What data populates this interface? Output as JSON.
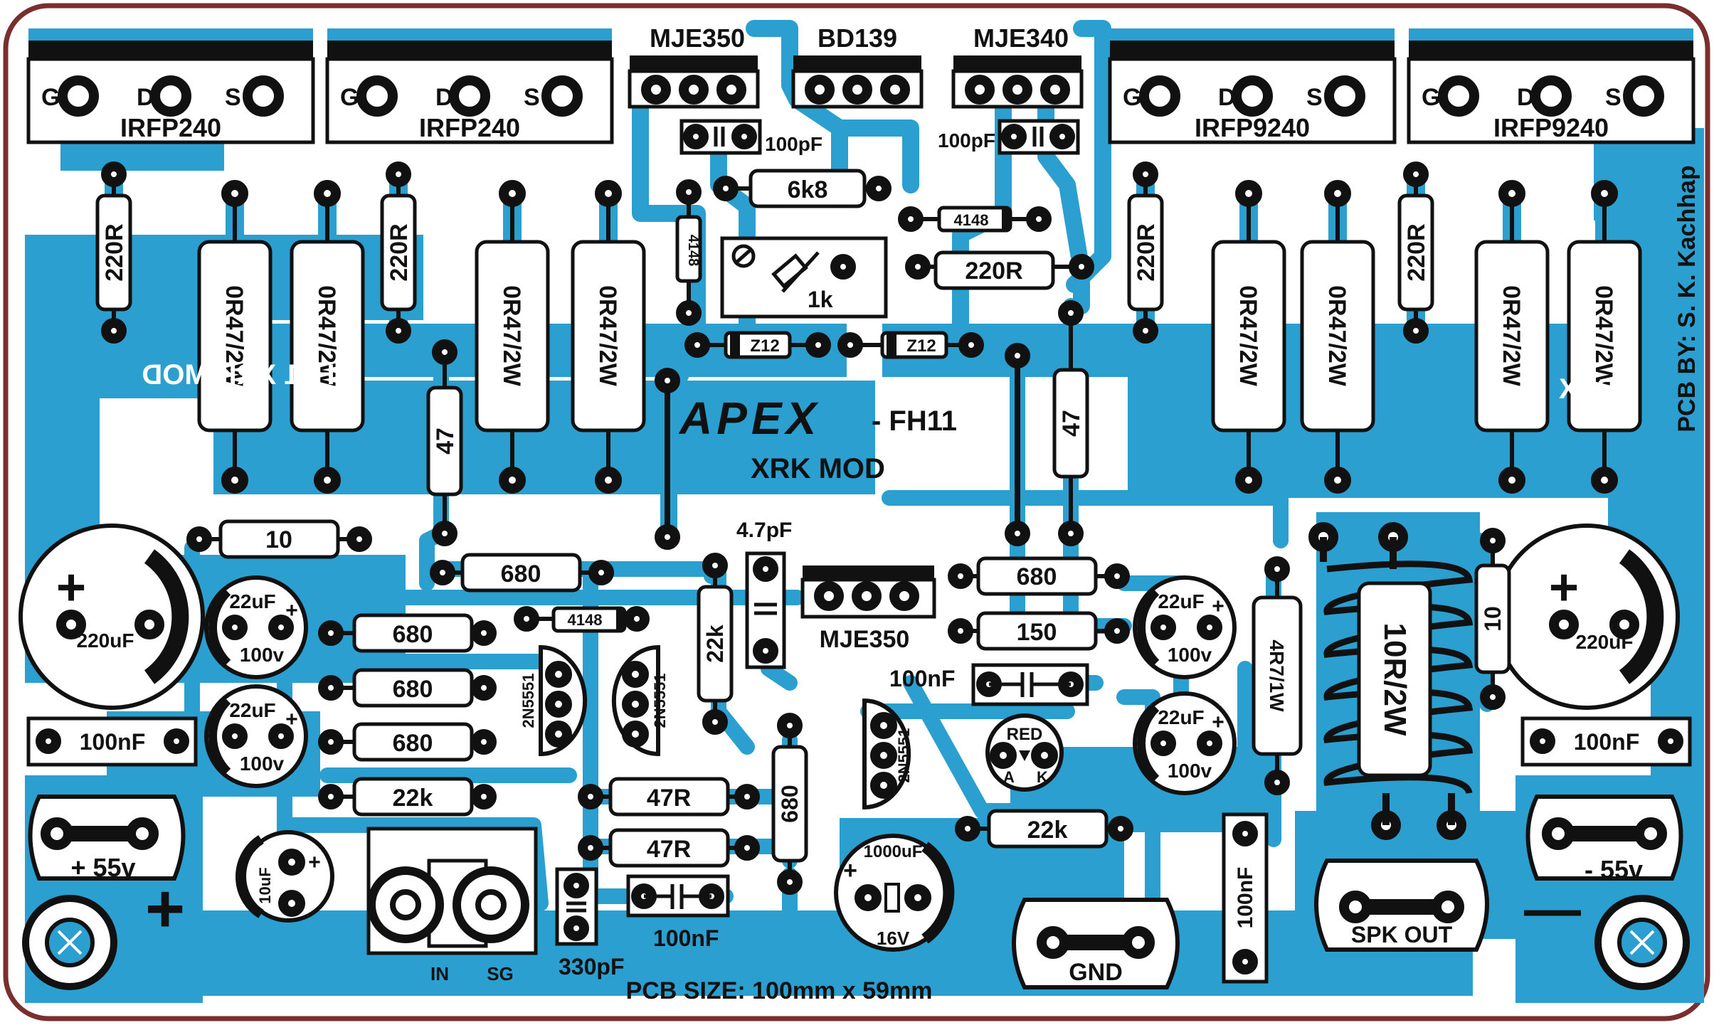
{
  "colors": {
    "copper": "#2a9fd0",
    "board_outline": "#7a2e2e",
    "silkscreen": "#111111",
    "background": "#ffffff"
  },
  "transistors_top": [
    "MJE350",
    "BD139",
    "MJE340"
  ],
  "mosfets": {
    "pins": [
      "G",
      "D",
      "S"
    ],
    "names": [
      "IRFP240",
      "IRFP240",
      "IRFP9240",
      "IRFP9240"
    ]
  },
  "labels": {
    "cap_100pf_left": "100pF",
    "cap_100pf_right": "100pF",
    "r_6k8": "6k8",
    "diode_4148_top": "4148",
    "diode_4148_rot": "4148",
    "r_220r_mid": "220R",
    "pot_1k": "1k",
    "zener_left": "Z12",
    "zener_right": "Z12",
    "gate_220r": [
      "220R",
      "220R",
      "220R",
      "220R"
    ],
    "r_or47": [
      "0R47/2W",
      "0R47/2W",
      "0R47/2W",
      "0R47/2W",
      "0R47/2W",
      "0R47/2W",
      "0R47/2W",
      "0R47/2W"
    ],
    "r_47_left": "47",
    "r_47_right": "47",
    "brand": "APEX",
    "brand_model": "- FH11",
    "brand_sub": "XRK MOD",
    "mirror_text_left": "FH11 XRK MOD",
    "mirror_text_right": "APEX",
    "credit": "PCB BY: S. K. Kachhap",
    "r_10_left": "10",
    "r_680_a": "680",
    "cap_4p7": "4.7pF",
    "r_680_b": "680",
    "r_150": "150",
    "mje350_mid": "MJE350",
    "r_680_c": "680",
    "r_680_d": "680",
    "r_680_e": "680",
    "r_22k_a": "22k",
    "r_22k_b": "22k",
    "r_22k_c": "22k",
    "diode_4148_mid": "4148",
    "q_2n5551": [
      "2N5551",
      "2N5551",
      "2N5551"
    ],
    "cap_100nf_mid": "100nF",
    "led_red": "RED",
    "led_a": "A",
    "led_k": "K",
    "r_47r_a": "47R",
    "r_47r_b": "47R",
    "r_680_v": "680",
    "cap_1000uf": "1000uF",
    "cap_16v": "16V",
    "cap_100nf_bot": "100nF",
    "cap_330pf": "330pF",
    "in_label": "IN",
    "sg_label": "SG",
    "cap_10uf": "10uF",
    "cap_220uf_left": "220uF",
    "cap_220uf_right": "220uF",
    "cap_22uf": [
      "22uF",
      "22uF",
      "22uF",
      "22uF"
    ],
    "cap_100v": [
      "100v",
      "100v",
      "100v",
      "100v"
    ],
    "cap_100nf_left": "100nF",
    "cap_100nf_right": "100nF",
    "power_pos": "+ 55v",
    "power_neg": "- 55v",
    "plus_sign": "+",
    "minus_sign": "—",
    "gnd": "GND",
    "spk_out": "SPK OUT",
    "r_4r7": "4R7/1W",
    "r_10r2w": "10R/2W",
    "r_10_right": "10",
    "cap_100nf_vert": "100nF",
    "pcb_size": "PCB SIZE: 100mm x 59mm"
  }
}
